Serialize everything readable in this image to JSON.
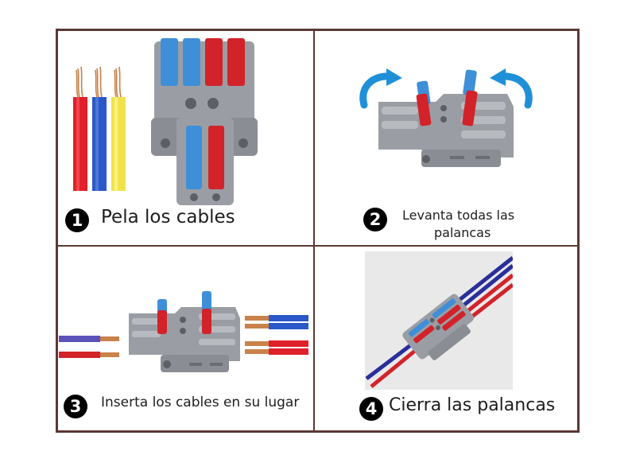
{
  "steps": [
    {
      "number": "1",
      "caption": "Pela los cables"
    },
    {
      "number": "2",
      "caption_line1": "Levanta todas las",
      "caption_line2": "palancas"
    },
    {
      "number": "3",
      "caption": "Inserta los cables en su lugar"
    },
    {
      "number": "4",
      "caption": "Cierra las palancas"
    }
  ],
  "colors": {
    "border": "#5a3a34",
    "wire_red": "#e0202a",
    "wire_blue": "#2a58c8",
    "wire_yellow": "#f2e24a",
    "copper": "#c8824a",
    "housing_gray": "#9a9ea4",
    "lever_blue": "#3f8fd8",
    "lever_red": "#d2232a",
    "arrow_blue": "#1f90d8"
  },
  "icons": [
    "curved-arrow-icon"
  ]
}
